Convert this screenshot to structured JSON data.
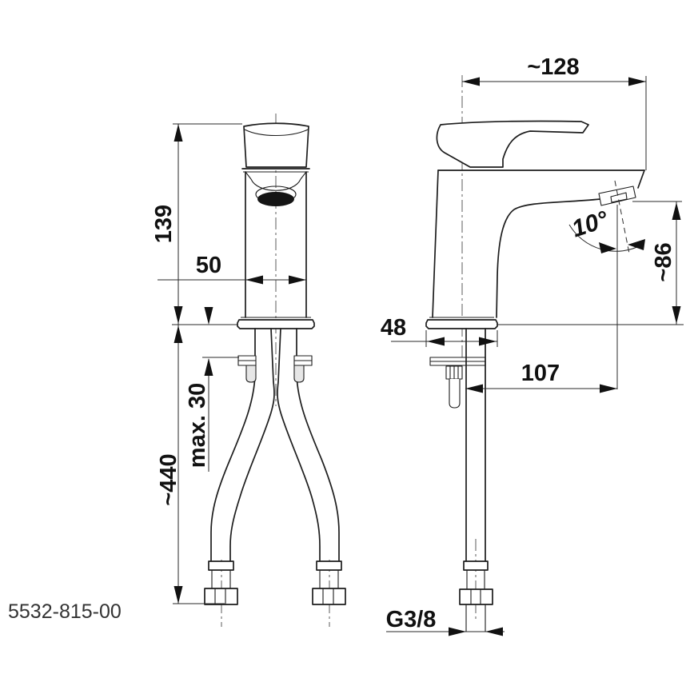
{
  "drawing": {
    "part_number": "5532-815-00",
    "dimensions": {
      "overall_width": "~128",
      "body_height": "139",
      "body_width": "50",
      "max_deck_thickness": "max. 30",
      "hose_length": "~440",
      "base_depth": "48",
      "spout_reach": "107",
      "spout_angle": "10°",
      "outlet_height": "~86",
      "thread": "G3/8"
    },
    "colors": {
      "line": "#1d1d1d",
      "background": "#ffffff",
      "fill_dark": "#111111"
    }
  }
}
